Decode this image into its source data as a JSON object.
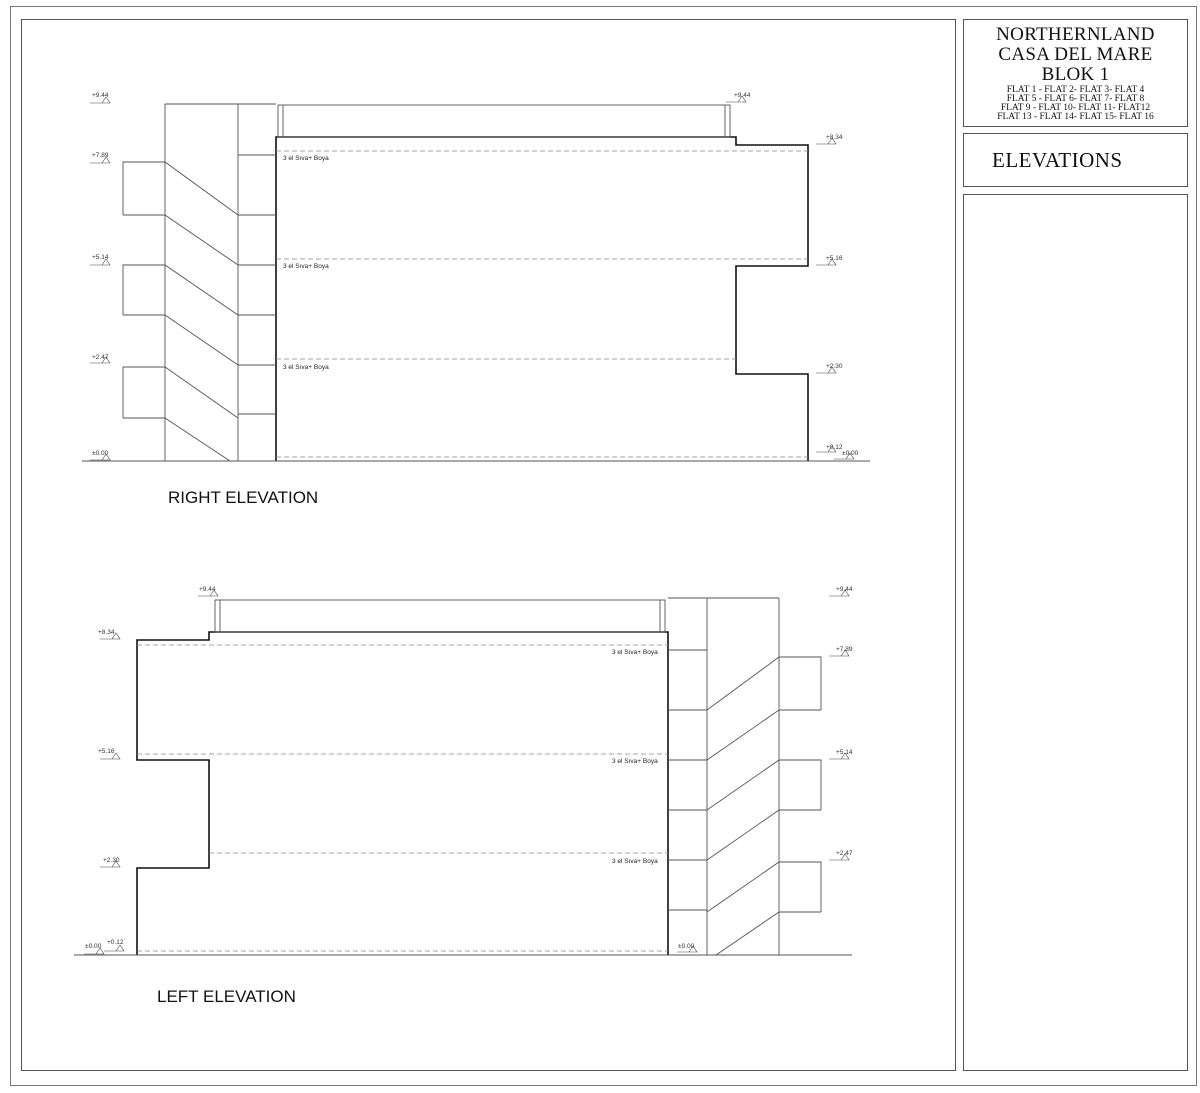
{
  "title_block": {
    "project": "NORTHERNLAND",
    "name": "CASA DEL MARE",
    "block": "BLOK 1",
    "flats": [
      "FLAT 1 - FLAT 2- FLAT 3- FLAT 4",
      "FLAT 5 - FLAT 6- FLAT 7- FLAT 8",
      "FLAT 9 - FLAT 10- FLAT 11- FLAT12",
      "FLAT 13 - FLAT 14- FLAT 15- FLAT 16"
    ]
  },
  "sheet_title": "ELEVATIONS",
  "right_elevation": {
    "caption": "RIGHT ELEVATION",
    "material_label": "3 el Sıva+  Boya",
    "levels_left": [
      "+9.44",
      "+7.89",
      "+5.14",
      "+2.47",
      "±0.00"
    ],
    "levels_right": [
      "+9.44",
      "+8.34",
      "+5.16",
      "+2.30",
      "+0.12",
      "±0.00"
    ]
  },
  "left_elevation": {
    "caption": "LEFT ELEVATION",
    "material_label": "3 el Sıva+  Boya",
    "levels_left": [
      "+9.44",
      "+8.34",
      "+5.16",
      "+2.30",
      "+0.12",
      "±0.00"
    ],
    "levels_right": [
      "+9.44",
      "+7.89",
      "+5.14",
      "+2.47",
      "±0.00"
    ]
  },
  "colors": {
    "line": "#111111",
    "thin": "#555555",
    "dash": "#888888"
  }
}
